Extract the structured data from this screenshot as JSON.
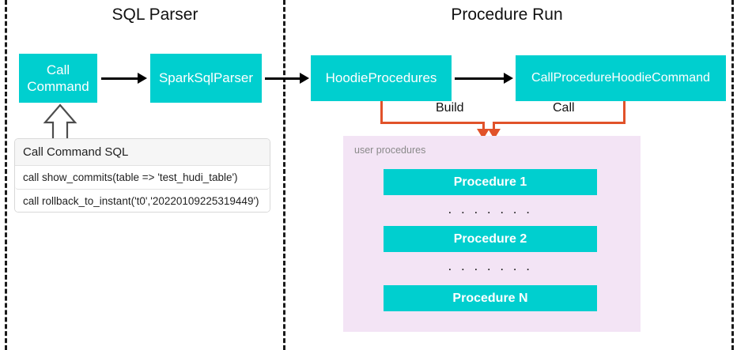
{
  "diagram": {
    "title_left": "SQL Parser",
    "title_right": "Procedure Run",
    "sections": [
      {
        "name": "sql-parser",
        "label": "SQL Parser"
      },
      {
        "name": "procedure-run",
        "label": "Procedure Run"
      }
    ],
    "nodes": [
      {
        "id": "call-command",
        "label": "Call\nCommand",
        "line1": "Call",
        "line2": "Command"
      },
      {
        "id": "spark-sql-parser",
        "label": "SparkSqlParser"
      },
      {
        "id": "hoodie-procedures",
        "label": "HoodieProcedures"
      },
      {
        "id": "call-procedure-hoodie-command",
        "label": "CallProcedureHoodieCommand"
      }
    ],
    "edge_labels": {
      "build": "Build",
      "call": "Call"
    },
    "sql_list": {
      "header": "Call Command SQL",
      "rows": [
        "call show_commits(table => 'test_hudi_table')",
        "call rollback_to_instant('t0','20220109225319449')"
      ]
    },
    "procedures_panel": {
      "caption": "user procedures",
      "items": [
        {
          "label": "Procedure 1"
        },
        {
          "label": "Procedure 2"
        },
        {
          "label": "Procedure N"
        }
      ],
      "ellipsis": ". . . . . . ."
    },
    "colors": {
      "node_fill": "#00cfcf",
      "node_text": "#ffffff",
      "panel_fill": "#f3e4f5",
      "orange_edge": "#e1522a",
      "black_edge": "#000000",
      "divider": "#1a1a1a"
    }
  }
}
